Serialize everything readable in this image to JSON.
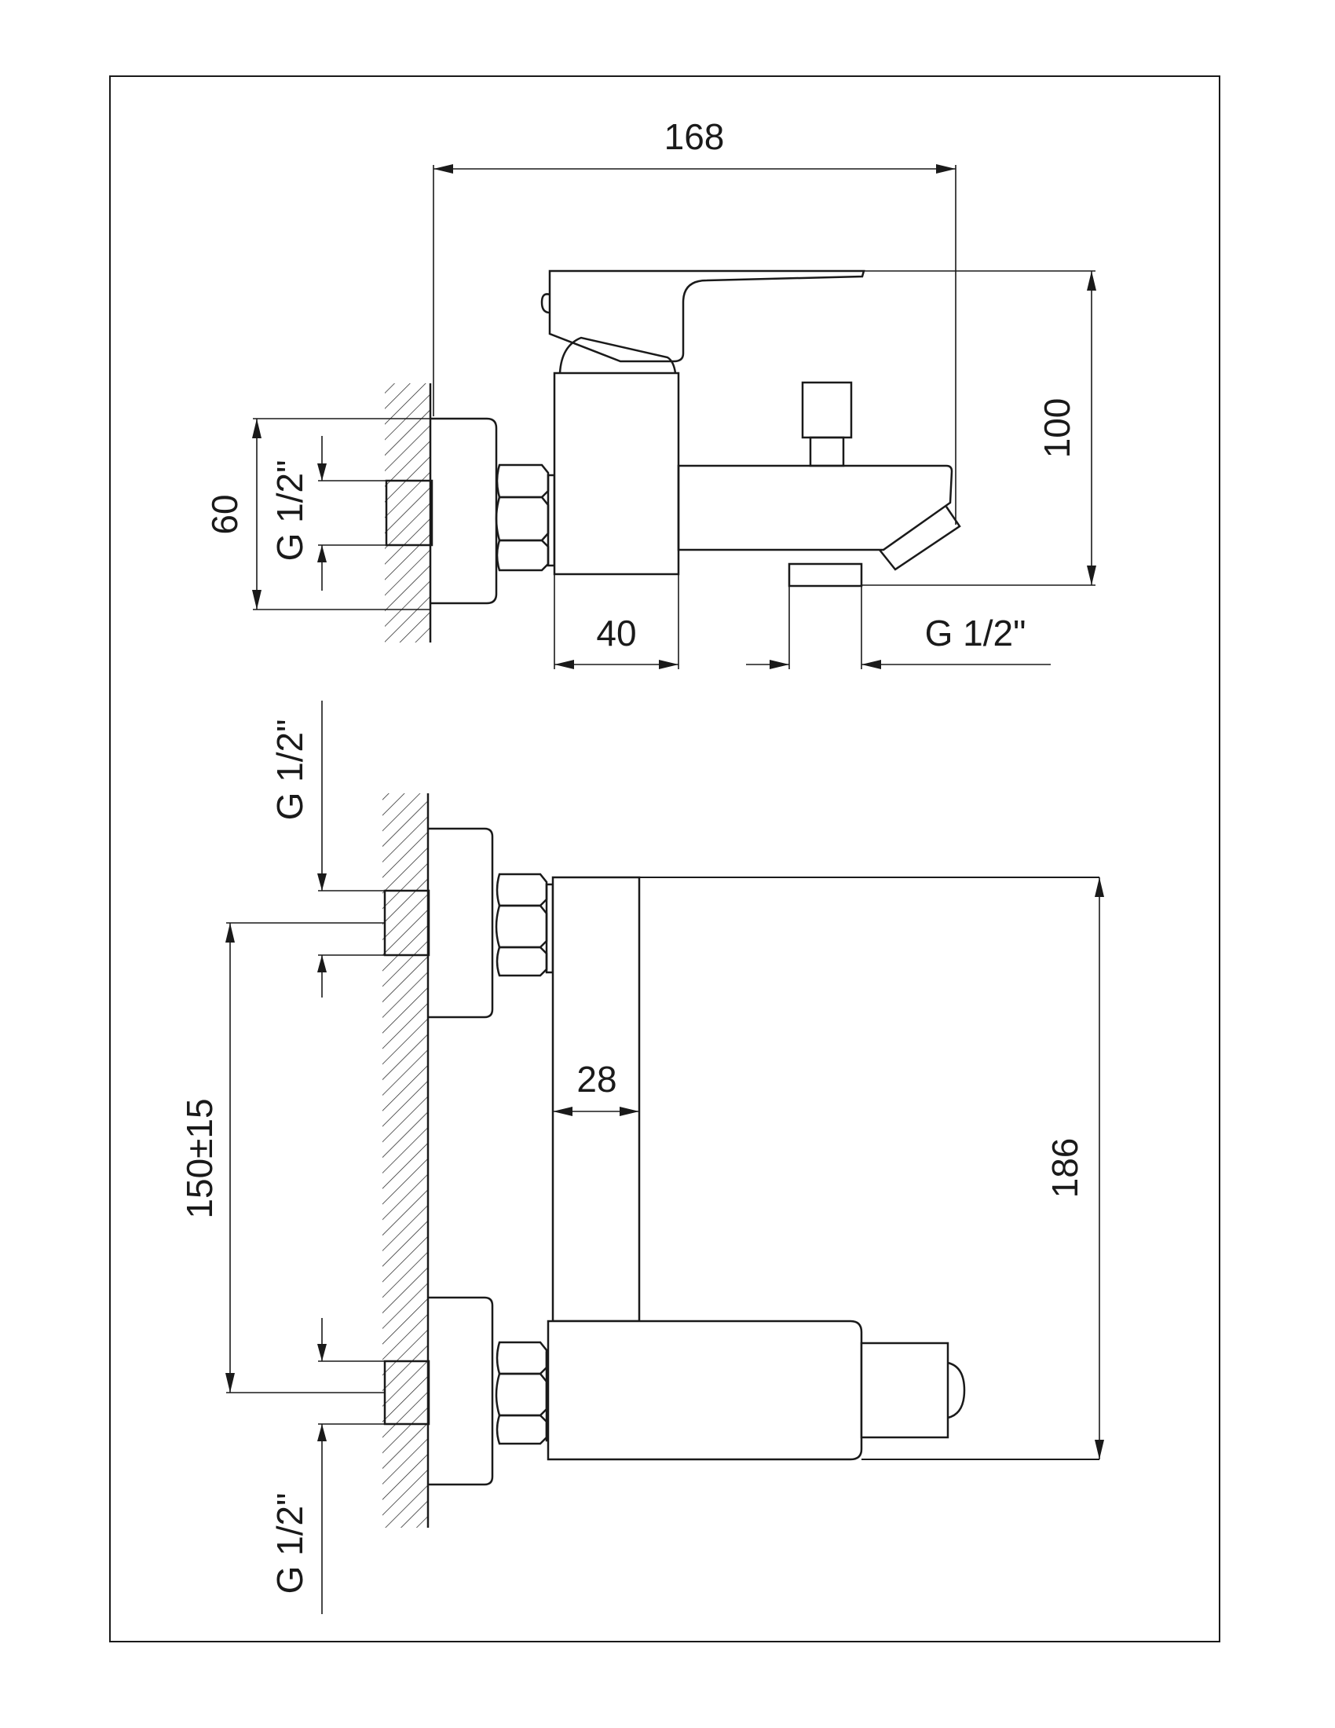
{
  "dimensions": {
    "overall_width": "168",
    "overall_height": "100",
    "wall_flange": "60",
    "body_depth": "40",
    "body_width": "28",
    "body_height": "186",
    "inlet_spacing": "150±15"
  },
  "threads": {
    "side_inlet": "G 1/2\"",
    "outlet": "G 1/2\"",
    "front_upper_inlet": "G 1/2\"",
    "front_lower_inlet": "G 1/2\""
  }
}
